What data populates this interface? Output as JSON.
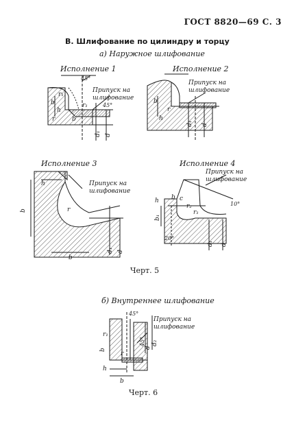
{
  "header": {
    "standard": "ГОСТ 8820—69 С. 3"
  },
  "section": {
    "title": "В. Шлифование по цилиндру и торцу"
  },
  "subsection_a": {
    "title": "а) Наружное шлифование"
  },
  "subsection_b": {
    "title": "б) Внутреннее шлифование"
  },
  "drawings": {
    "ex1": {
      "title": "Исполнение 1",
      "allowance": [
        "Припуск на",
        "шлифование"
      ],
      "angle45": "45°",
      "angle45b": "45°",
      "labels": {
        "r1": "r₁",
        "b": "b",
        "h": "h",
        "r": "r",
        "d": "d",
        "d1": "d₁",
        "r1b": "r₁",
        "b2": "b"
      }
    },
    "ex2": {
      "title": "Исполнение 2",
      "allowance": [
        "Припуск на",
        "шлифование"
      ],
      "labels": {
        "b": "b",
        "h": "h",
        "r": "r",
        "d": "d",
        "d1": "d₁"
      }
    },
    "ex3": {
      "title": "Исполнение 3",
      "allowance": [
        "Припуск на",
        "шлифование"
      ],
      "labels": {
        "h": "h",
        "b": "b",
        "r": "r",
        "d": "d",
        "d1": "d₁"
      }
    },
    "ex4": {
      "title": "Исполнение 4",
      "allowance": [
        "Припуск на",
        "шлифование"
      ],
      "angle10": "10°",
      "angle20": "20°",
      "labels": {
        "h": "h",
        "b": "b",
        "c": "c",
        "r2": "r₂",
        "r1": "r₁",
        "b1": "b₁",
        "d": "d",
        "d1": "d₁"
      }
    },
    "ex5": {
      "allowance": [
        "Припуск на",
        "шлифование"
      ],
      "angle45": "45°",
      "angle45b": "45°",
      "labels": {
        "r1": "r₁",
        "b": "b",
        "h": "h",
        "r": "r",
        "d": "d",
        "d2": "d₂",
        "b2": "b"
      }
    }
  },
  "figures": {
    "fig5": "Черт. 5",
    "fig6": "Черт. 6"
  },
  "colors": {
    "ink": "#1a1a1a",
    "paper": "#ffffff"
  }
}
